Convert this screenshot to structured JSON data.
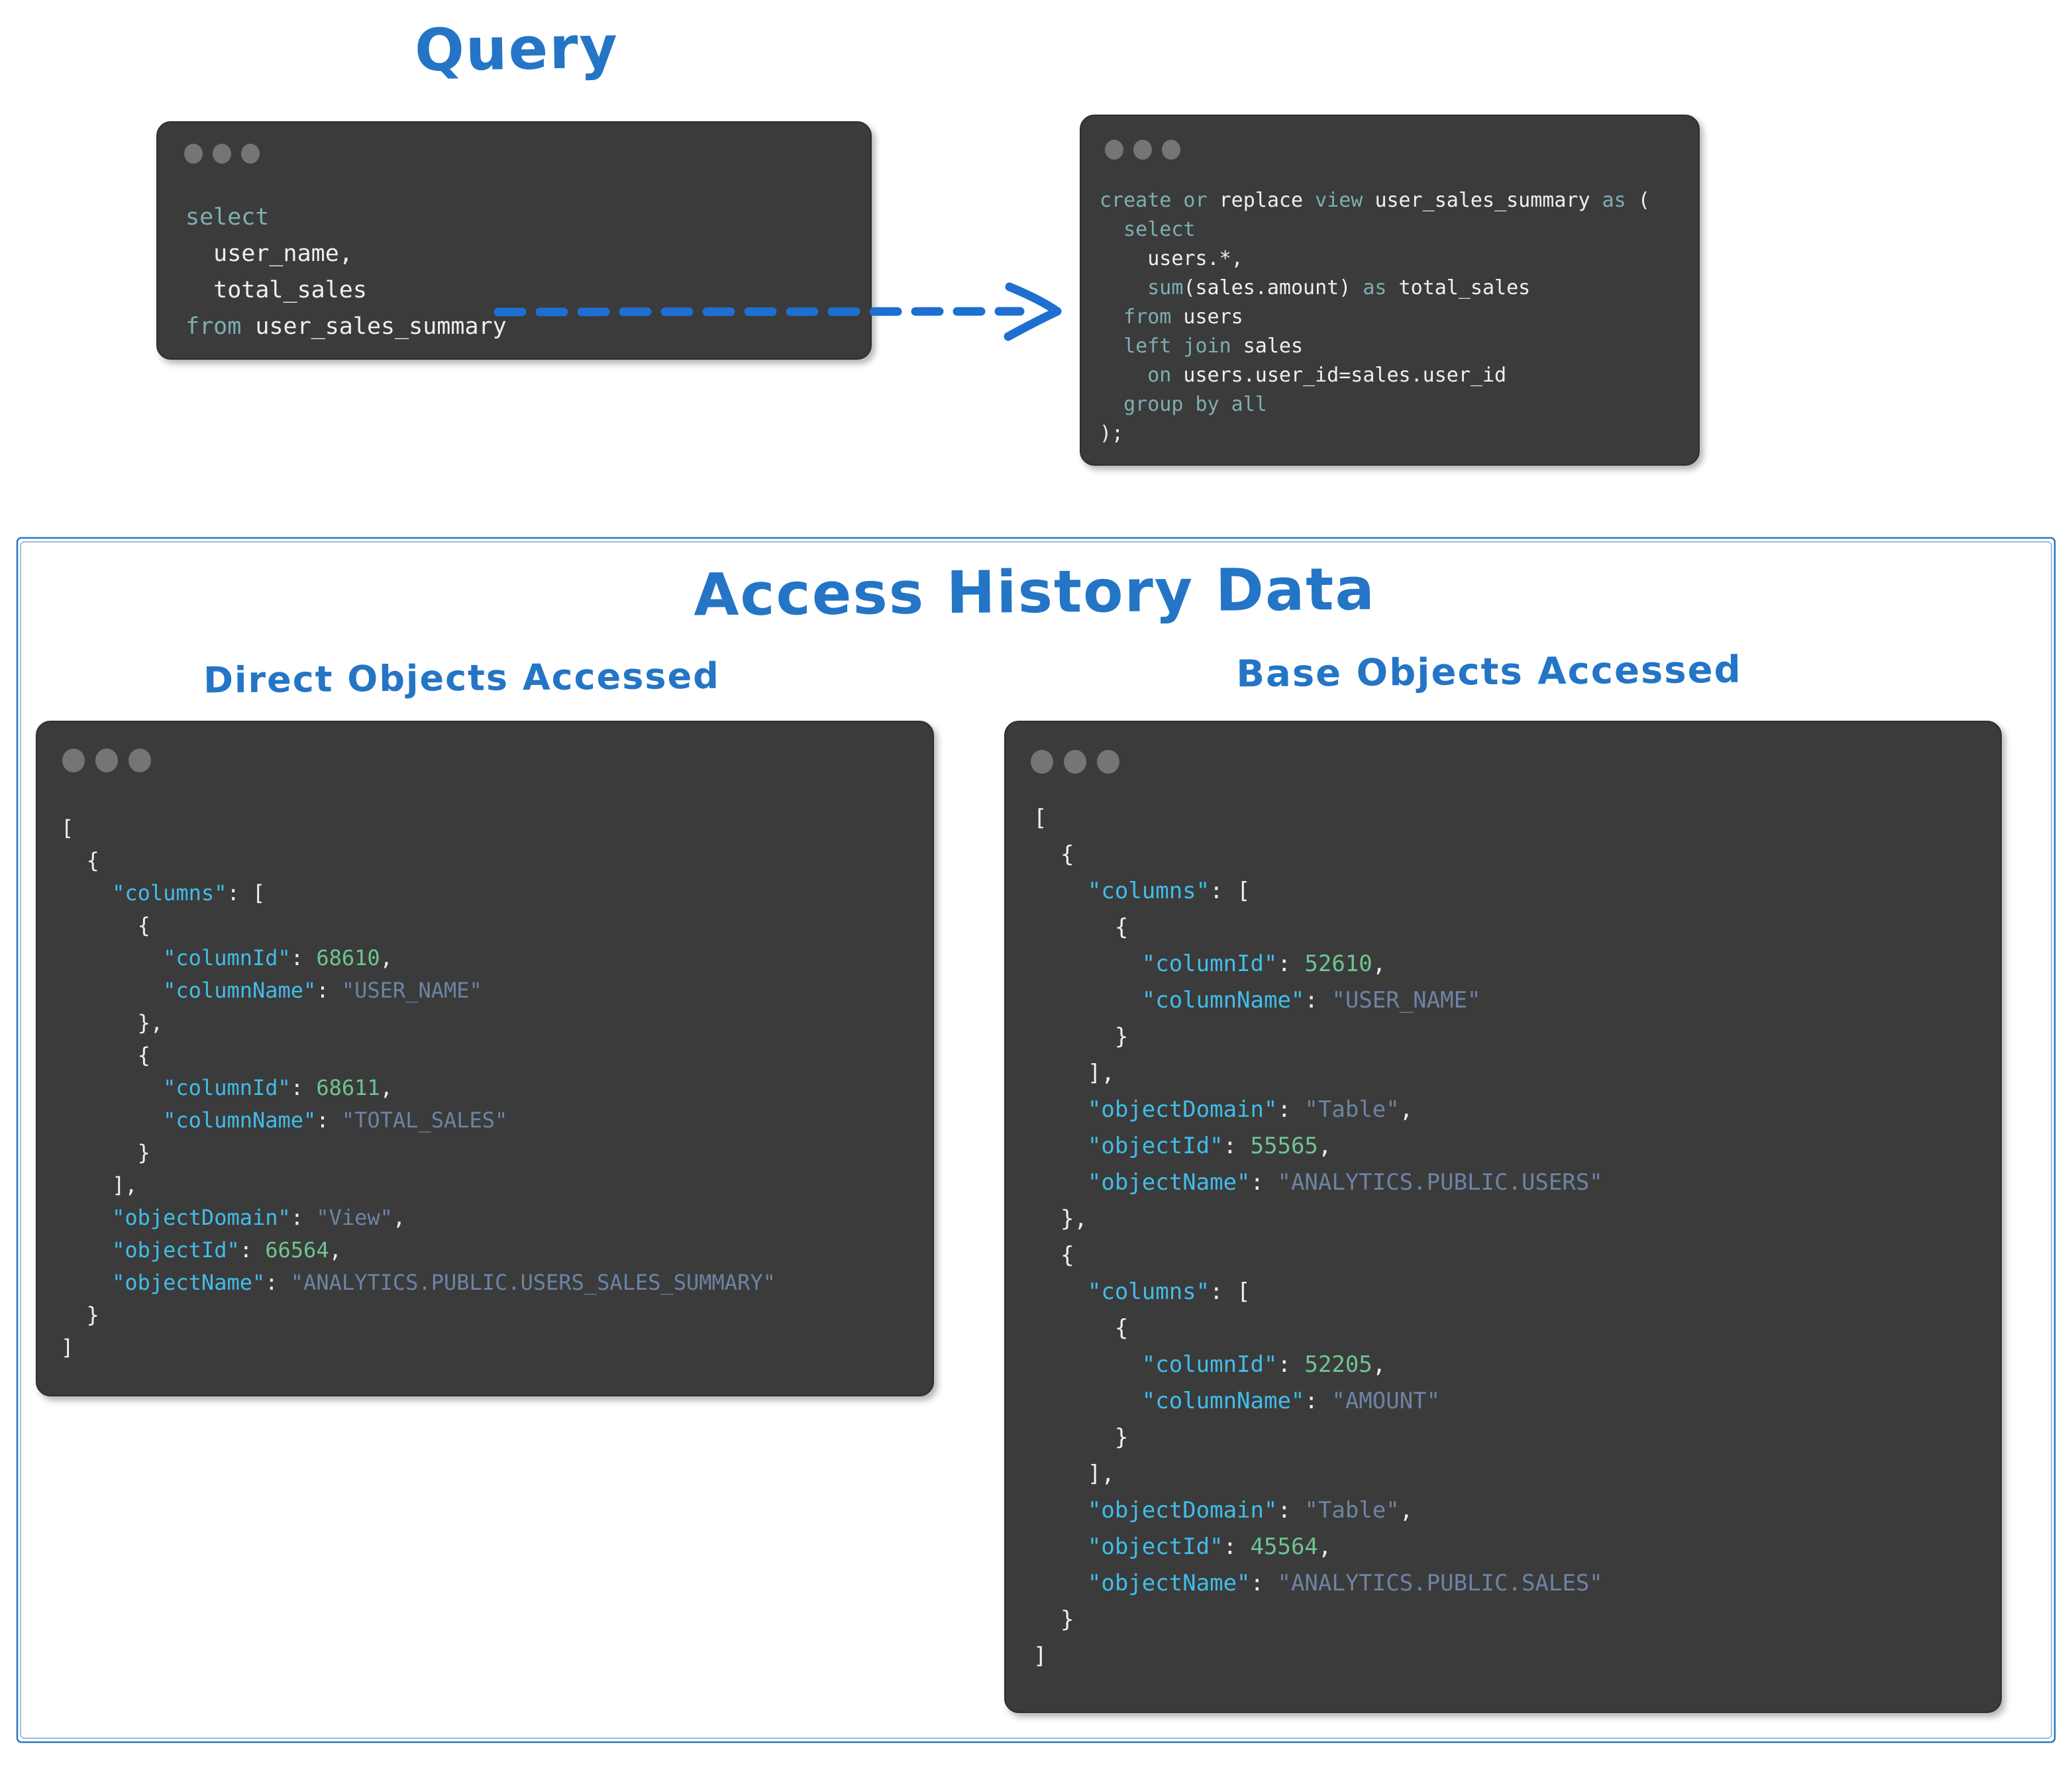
{
  "titles": {
    "query": "Query",
    "access_history": "Access History Data",
    "direct_objects": "Direct Objects Accessed",
    "base_objects": "Base Objects Accessed"
  },
  "colors": {
    "hand_blue": "#2475C5",
    "arrow_blue": "#1E6FD0",
    "box_border": "#2E79C2",
    "window_bg": "#3B3B3B",
    "dot_gray": "#757575",
    "kw_teal": "#7FAEB3",
    "code_white": "#EFEFEF",
    "json_key": "#41BDE9",
    "json_num": "#6EC591",
    "json_str": "#6C84A4"
  },
  "icons": {
    "window_controls": "traffic-light-dots"
  },
  "code": {
    "query_select": [
      [
        [
          "select",
          "k"
        ]
      ],
      [
        [
          "  user_name,",
          "w"
        ]
      ],
      [
        [
          "  total_sales",
          "w"
        ]
      ],
      [
        [
          "from",
          "k"
        ],
        [
          " user_sales_summary",
          "w"
        ]
      ]
    ],
    "query_create_view": [
      [
        [
          "create or ",
          "k"
        ],
        [
          "replace ",
          "w"
        ],
        [
          "view ",
          "k"
        ],
        [
          "user_sales_summary ",
          "w"
        ],
        [
          "as ",
          "k"
        ],
        [
          "(",
          "w"
        ]
      ],
      [
        [
          "  select",
          "k"
        ]
      ],
      [
        [
          "    users.*,",
          "w"
        ]
      ],
      [
        [
          "    ",
          "w"
        ],
        [
          "sum",
          "k"
        ],
        [
          "(sales.amount) ",
          "w"
        ],
        [
          "as",
          "k"
        ],
        [
          " total_sales",
          "w"
        ]
      ],
      [
        [
          "  ",
          "w"
        ],
        [
          "from",
          "k"
        ],
        [
          " users",
          "w"
        ]
      ],
      [
        [
          "  ",
          "w"
        ],
        [
          "left join",
          "k"
        ],
        [
          " sales",
          "w"
        ]
      ],
      [
        [
          "    ",
          "w"
        ],
        [
          "on",
          "k"
        ],
        [
          " users.user_id=sales.user_id",
          "w"
        ]
      ],
      [
        [
          "  ",
          "w"
        ],
        [
          "group by all",
          "k"
        ]
      ],
      [
        [
          ");",
          "w"
        ]
      ]
    ],
    "direct_objects_json": [
      [
        [
          "[",
          "w"
        ]
      ],
      [
        [
          "  {",
          "w"
        ]
      ],
      [
        [
          "    ",
          "w"
        ],
        [
          "\"columns\"",
          "key"
        ],
        [
          ": [",
          "w"
        ]
      ],
      [
        [
          "      {",
          "w"
        ]
      ],
      [
        [
          "        ",
          "w"
        ],
        [
          "\"columnId\"",
          "key"
        ],
        [
          ": ",
          "w"
        ],
        [
          "68610",
          "num"
        ],
        [
          ",",
          "w"
        ]
      ],
      [
        [
          "        ",
          "w"
        ],
        [
          "\"columnName\"",
          "key"
        ],
        [
          ": ",
          "w"
        ],
        [
          "\"USER_NAME\"",
          "str"
        ]
      ],
      [
        [
          "      },",
          "w"
        ]
      ],
      [
        [
          "      {",
          "w"
        ]
      ],
      [
        [
          "        ",
          "w"
        ],
        [
          "\"columnId\"",
          "key"
        ],
        [
          ": ",
          "w"
        ],
        [
          "68611",
          "num"
        ],
        [
          ",",
          "w"
        ]
      ],
      [
        [
          "        ",
          "w"
        ],
        [
          "\"columnName\"",
          "key"
        ],
        [
          ": ",
          "w"
        ],
        [
          "\"TOTAL_SALES\"",
          "str"
        ]
      ],
      [
        [
          "      }",
          "w"
        ]
      ],
      [
        [
          "    ],",
          "w"
        ]
      ],
      [
        [
          "    ",
          "w"
        ],
        [
          "\"objectDomain\"",
          "key"
        ],
        [
          ": ",
          "w"
        ],
        [
          "\"View\"",
          "str"
        ],
        [
          ",",
          "w"
        ]
      ],
      [
        [
          "    ",
          "w"
        ],
        [
          "\"objectId\"",
          "key"
        ],
        [
          ": ",
          "w"
        ],
        [
          "66564",
          "num"
        ],
        [
          ",",
          "w"
        ]
      ],
      [
        [
          "    ",
          "w"
        ],
        [
          "\"objectName\"",
          "key"
        ],
        [
          ": ",
          "w"
        ],
        [
          "\"ANALYTICS.PUBLIC.USERS_SALES_SUMMARY\"",
          "str"
        ]
      ],
      [
        [
          "  }",
          "w"
        ]
      ],
      [
        [
          "]",
          "w"
        ]
      ]
    ],
    "base_objects_json": [
      [
        [
          "[",
          "w"
        ]
      ],
      [
        [
          "  {",
          "w"
        ]
      ],
      [
        [
          "    ",
          "w"
        ],
        [
          "\"columns\"",
          "key"
        ],
        [
          ": [",
          "w"
        ]
      ],
      [
        [
          "      {",
          "w"
        ]
      ],
      [
        [
          "        ",
          "w"
        ],
        [
          "\"columnId\"",
          "key"
        ],
        [
          ": ",
          "w"
        ],
        [
          "52610",
          "num"
        ],
        [
          ",",
          "w"
        ]
      ],
      [
        [
          "        ",
          "w"
        ],
        [
          "\"columnName\"",
          "key"
        ],
        [
          ": ",
          "w"
        ],
        [
          "\"USER_NAME\"",
          "str"
        ]
      ],
      [
        [
          "      }",
          "w"
        ]
      ],
      [
        [
          "    ],",
          "w"
        ]
      ],
      [
        [
          "    ",
          "w"
        ],
        [
          "\"objectDomain\"",
          "key"
        ],
        [
          ": ",
          "w"
        ],
        [
          "\"Table\"",
          "str"
        ],
        [
          ",",
          "w"
        ]
      ],
      [
        [
          "    ",
          "w"
        ],
        [
          "\"objectId\"",
          "key"
        ],
        [
          ": ",
          "w"
        ],
        [
          "55565",
          "num"
        ],
        [
          ",",
          "w"
        ]
      ],
      [
        [
          "    ",
          "w"
        ],
        [
          "\"objectName\"",
          "key"
        ],
        [
          ": ",
          "w"
        ],
        [
          "\"ANALYTICS.PUBLIC.USERS\"",
          "str"
        ]
      ],
      [
        [
          "  },",
          "w"
        ]
      ],
      [
        [
          "  {",
          "w"
        ]
      ],
      [
        [
          "    ",
          "w"
        ],
        [
          "\"columns\"",
          "key"
        ],
        [
          ": [",
          "w"
        ]
      ],
      [
        [
          "      {",
          "w"
        ]
      ],
      [
        [
          "        ",
          "w"
        ],
        [
          "\"columnId\"",
          "key"
        ],
        [
          ": ",
          "w"
        ],
        [
          "52205",
          "num"
        ],
        [
          ",",
          "w"
        ]
      ],
      [
        [
          "        ",
          "w"
        ],
        [
          "\"columnName\"",
          "key"
        ],
        [
          ": ",
          "w"
        ],
        [
          "\"AMOUNT\"",
          "str"
        ]
      ],
      [
        [
          "      }",
          "w"
        ]
      ],
      [
        [
          "    ],",
          "w"
        ]
      ],
      [
        [
          "    ",
          "w"
        ],
        [
          "\"objectDomain\"",
          "key"
        ],
        [
          ": ",
          "w"
        ],
        [
          "\"Table\"",
          "str"
        ],
        [
          ",",
          "w"
        ]
      ],
      [
        [
          "    ",
          "w"
        ],
        [
          "\"objectId\"",
          "key"
        ],
        [
          ": ",
          "w"
        ],
        [
          "45564",
          "num"
        ],
        [
          ",",
          "w"
        ]
      ],
      [
        [
          "    ",
          "w"
        ],
        [
          "\"objectName\"",
          "key"
        ],
        [
          ": ",
          "w"
        ],
        [
          "\"ANALYTICS.PUBLIC.SALES\"",
          "str"
        ]
      ],
      [
        [
          "  }",
          "w"
        ]
      ],
      [
        [
          "]",
          "w"
        ]
      ]
    ]
  }
}
